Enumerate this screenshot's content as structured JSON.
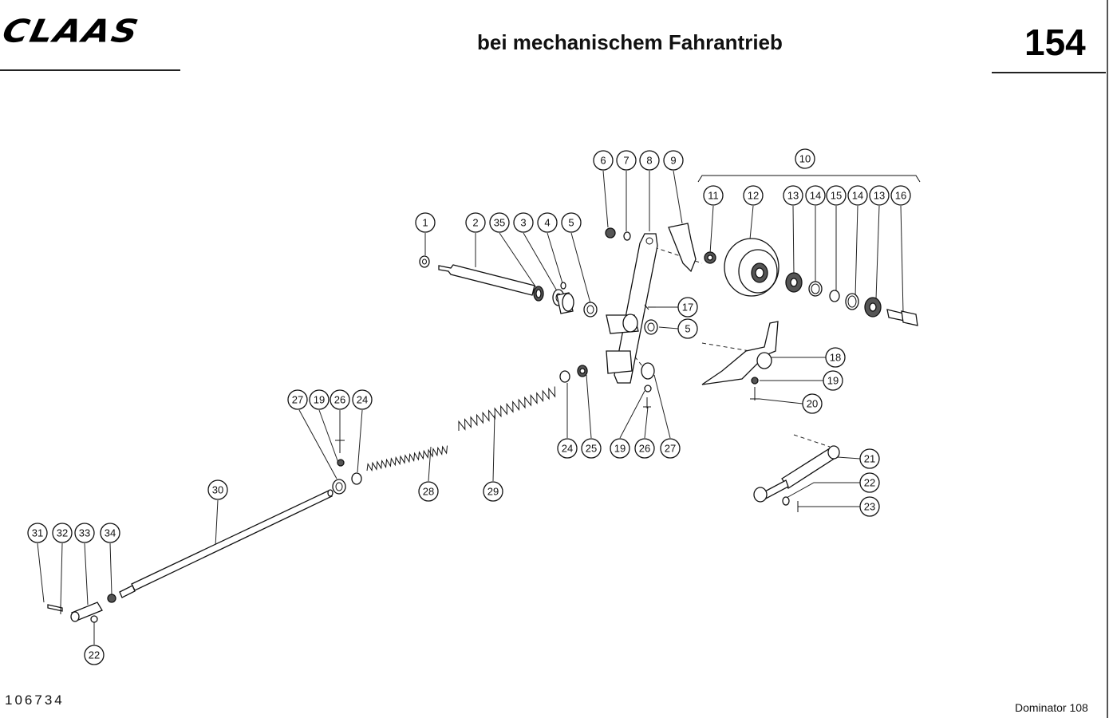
{
  "header": {
    "logo_text": "CLAAS",
    "title": "bei mechanischem Fahrantrieb",
    "page_number": "154"
  },
  "footer": {
    "doc_number": "106734",
    "model": "Dominator 108"
  },
  "callouts": [
    "1",
    "2",
    "35",
    "3",
    "4",
    "5",
    "6",
    "7",
    "8",
    "9",
    "10",
    "11",
    "12",
    "13",
    "14",
    "15",
    "14",
    "13",
    "16",
    "17",
    "5",
    "18",
    "19",
    "20",
    "24",
    "25",
    "19",
    "26",
    "27",
    "27",
    "19",
    "26",
    "24",
    "28",
    "29",
    "30",
    "21",
    "22",
    "23",
    "31",
    "32",
    "33",
    "34",
    "22"
  ]
}
